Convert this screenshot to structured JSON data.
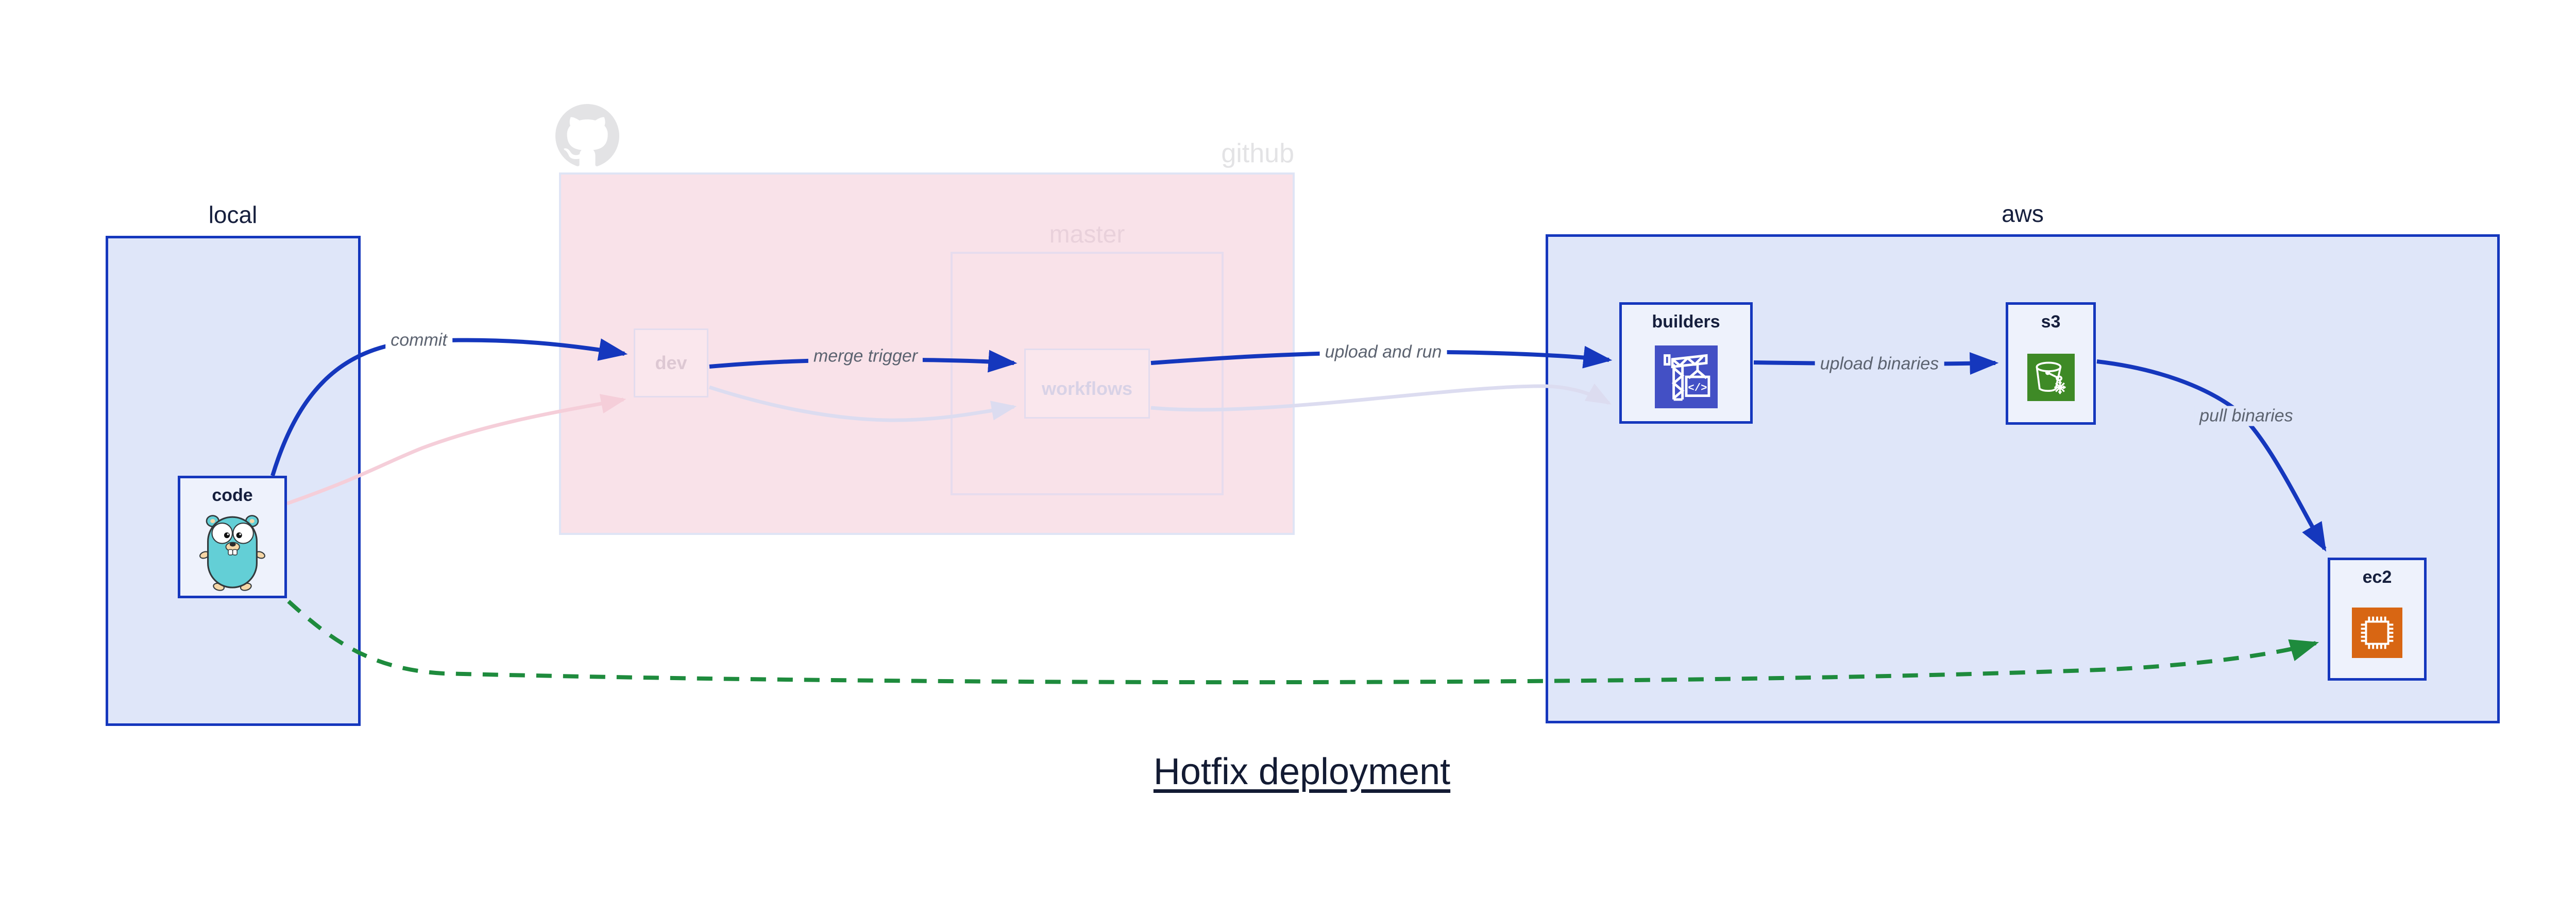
{
  "title": {
    "text": "Hotfix deployment"
  },
  "regions": {
    "local": {
      "label": "local"
    },
    "github": {
      "label": "github",
      "master": {
        "label": "master"
      }
    },
    "aws": {
      "label": "aws"
    }
  },
  "nodes": {
    "code": {
      "label": "code",
      "icon": "go-gopher-icon"
    },
    "dev": {
      "label": "dev",
      "state": "faded"
    },
    "workflows": {
      "label": "workflows",
      "state": "faded"
    },
    "builders": {
      "label": "builders",
      "icon": "aws-codebuild-icon"
    },
    "s3": {
      "label": "s3",
      "icon": "aws-s3-bucket-icon"
    },
    "ec2": {
      "label": "ec2",
      "icon": "aws-ec2-chip-icon"
    }
  },
  "edges": {
    "commit": {
      "label": "commit",
      "from": "code",
      "to": "dev",
      "style": "solid-blue"
    },
    "merge_trigger": {
      "label": "merge trigger",
      "from": "dev",
      "to": "workflows",
      "style": "solid-blue"
    },
    "upload_and_run": {
      "label": "upload and run",
      "from": "workflows",
      "to": "builders",
      "style": "solid-blue"
    },
    "upload_binaries": {
      "label": "upload binaries",
      "from": "builders",
      "to": "s3",
      "style": "solid-blue"
    },
    "pull_binaries": {
      "label": "pull binaries",
      "from": "s3",
      "to": "ec2",
      "style": "solid-blue"
    },
    "hotfix": {
      "label": "",
      "from": "code",
      "to": "ec2",
      "style": "dashed-green"
    },
    "faded_commit": {
      "label": "",
      "from": "code",
      "to": "dev",
      "style": "faded-pink"
    },
    "faded_merge": {
      "label": "",
      "from": "dev",
      "to": "workflows",
      "style": "faded-lavender"
    },
    "faded_upload": {
      "label": "",
      "from": "workflows",
      "to": "builders",
      "style": "faded-lavender"
    }
  },
  "colors": {
    "accent_blue": "#1537bd",
    "region_fill_blue": "#dfe6f9",
    "node_fill": "#eef2fc",
    "github_fill": "#f9e2e9",
    "faded_pink_edge": "#f5ced9",
    "faded_lavender_edge": "#dcdcf0",
    "hotfix_green": "#1e8b3d",
    "text_dark": "#161f3d",
    "edge_label_gray": "#5c6370",
    "watermark_gray": "#e3e3e5",
    "codebuild_indigo": "#4350c5",
    "s3_green": "#3e8a26",
    "ec2_orange": "#d86613"
  }
}
